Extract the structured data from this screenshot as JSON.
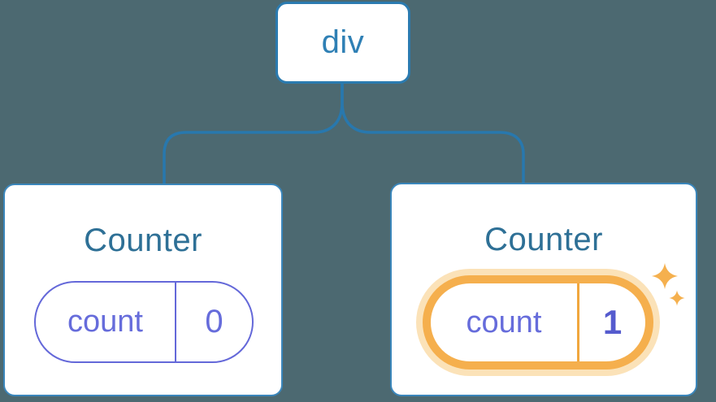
{
  "diagram": {
    "description": "React component tree: a div root element with two Counter children; second Counter's count state was incremented",
    "root_node": {
      "label": "div"
    },
    "counters": [
      {
        "title": "Counter",
        "state_key": "count",
        "state_value": "0",
        "highlighted": false
      },
      {
        "title": "Counter",
        "state_key": "count",
        "state_value": "1",
        "highlighted": true
      }
    ],
    "icons": {
      "sparkles": "sparkles-icon"
    },
    "colors": {
      "background": "#4C6971",
      "connector_blue": "#2878AE",
      "root_border_blue": "#2B7BB0",
      "root_text_blue": "#2F80B5",
      "card_border_blue": "#3A86BB",
      "title_blue": "#2E7096",
      "state_purple": "#666CDB",
      "state_border_purple": "#6468D9",
      "value_bold_purple": "#555BCE",
      "highlight_orange": "#F5AF4D",
      "highlight_halo_orange": "#FBE2B8",
      "card_fill": "#FFFFFF"
    }
  }
}
